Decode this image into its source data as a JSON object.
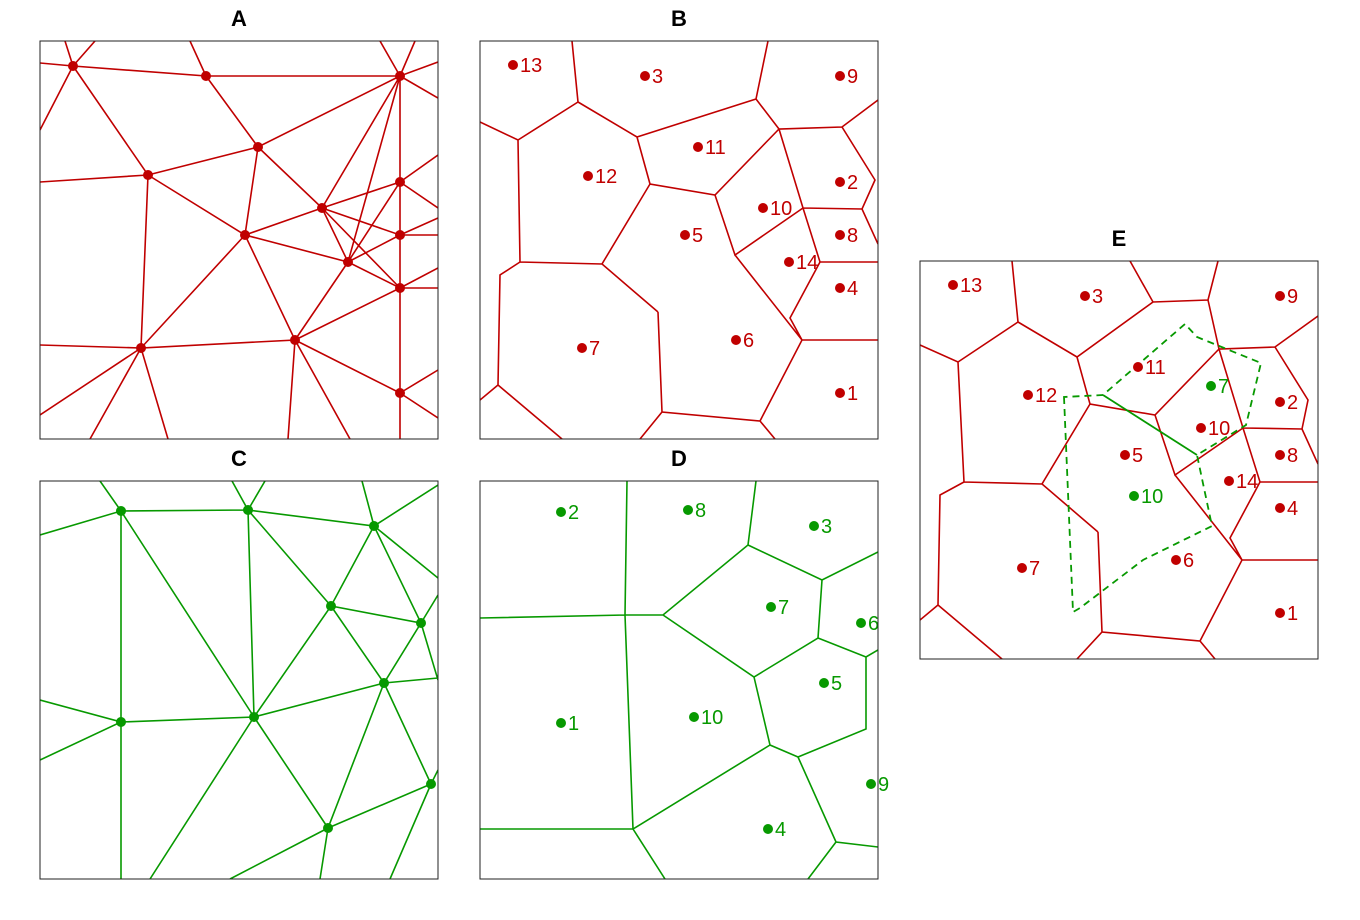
{
  "colors": {
    "red": "#c00000",
    "green": "#079900",
    "frame": "#222222"
  },
  "panels": {
    "A": {
      "title": "A"
    },
    "B": {
      "title": "B"
    },
    "C": {
      "title": "C"
    },
    "D": {
      "title": "D"
    },
    "E": {
      "title": "E"
    }
  },
  "pointsB": [
    {
      "id": "13",
      "label": "13"
    },
    {
      "id": "3",
      "label": "3"
    },
    {
      "id": "9",
      "label": "9"
    },
    {
      "id": "11",
      "label": "11"
    },
    {
      "id": "12",
      "label": "12"
    },
    {
      "id": "2",
      "label": "2"
    },
    {
      "id": "10",
      "label": "10"
    },
    {
      "id": "5",
      "label": "5"
    },
    {
      "id": "8",
      "label": "8"
    },
    {
      "id": "14",
      "label": "14"
    },
    {
      "id": "4",
      "label": "4"
    },
    {
      "id": "7",
      "label": "7"
    },
    {
      "id": "6",
      "label": "6"
    },
    {
      "id": "1",
      "label": "1"
    }
  ],
  "pointsD": [
    {
      "id": "2",
      "label": "2"
    },
    {
      "id": "8",
      "label": "8"
    },
    {
      "id": "3",
      "label": "3"
    },
    {
      "id": "7",
      "label": "7"
    },
    {
      "id": "6",
      "label": "6"
    },
    {
      "id": "1",
      "label": "1"
    },
    {
      "id": "10",
      "label": "10"
    },
    {
      "id": "5",
      "label": "5"
    },
    {
      "id": "9",
      "label": "9"
    },
    {
      "id": "4",
      "label": "4"
    }
  ],
  "pointsE_red": [
    {
      "id": "13",
      "label": "13"
    },
    {
      "id": "3",
      "label": "3"
    },
    {
      "id": "9",
      "label": "9"
    },
    {
      "id": "11",
      "label": "11"
    },
    {
      "id": "12",
      "label": "12"
    },
    {
      "id": "2",
      "label": "2"
    },
    {
      "id": "10",
      "label": "10"
    },
    {
      "id": "5",
      "label": "5"
    },
    {
      "id": "8",
      "label": "8"
    },
    {
      "id": "14",
      "label": "14"
    },
    {
      "id": "4",
      "label": "4"
    },
    {
      "id": "7",
      "label": "7"
    },
    {
      "id": "6",
      "label": "6"
    },
    {
      "id": "1",
      "label": "1"
    }
  ],
  "pointsE_green": [
    {
      "id": "7",
      "label": "7"
    },
    {
      "id": "10",
      "label": "10"
    }
  ]
}
